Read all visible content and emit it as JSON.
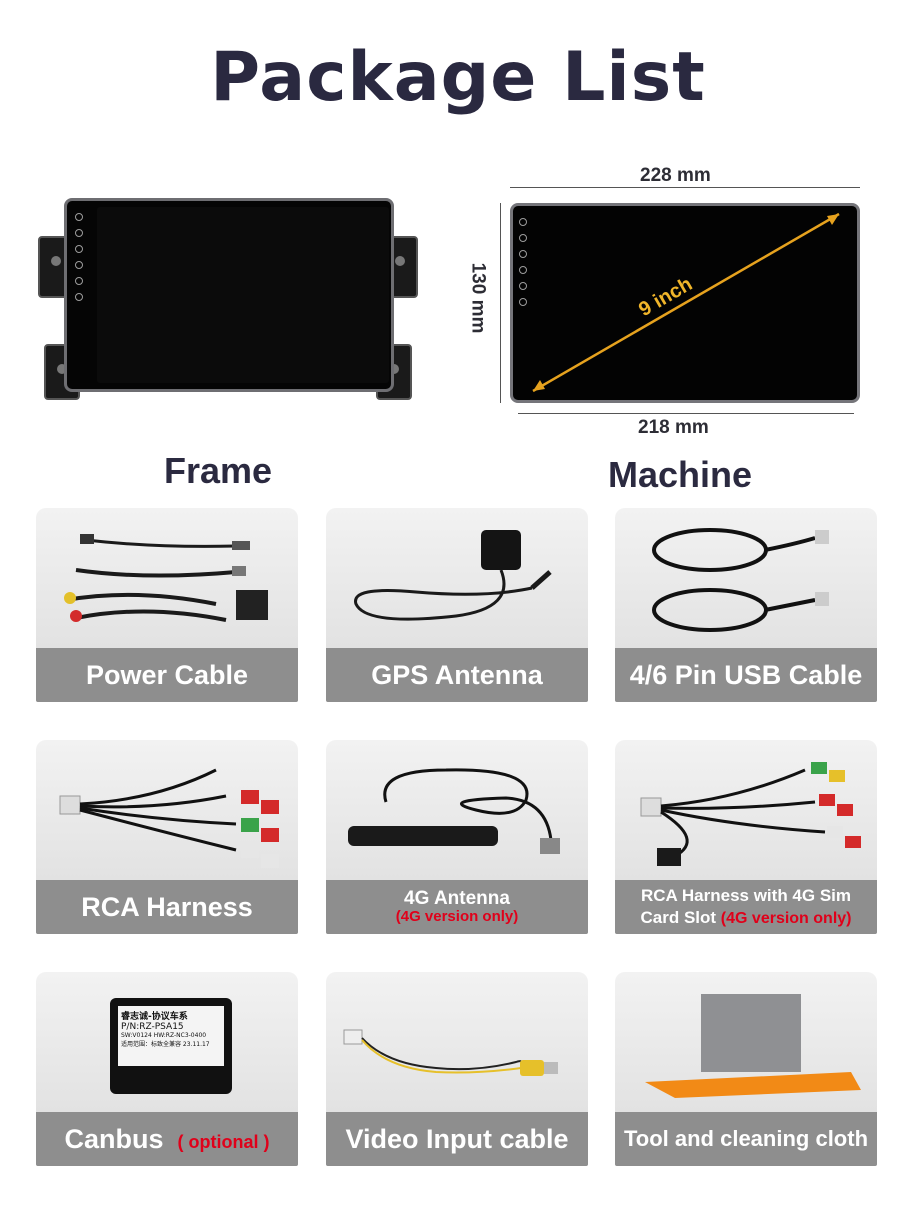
{
  "title": "Package List",
  "hero": {
    "frame_label": "Frame",
    "machine_label": "Machine",
    "width_top": "228 mm",
    "width_bottom": "218 mm",
    "height": "130 mm",
    "diagonal": "9 inch"
  },
  "items": [
    {
      "label": "Power Cable"
    },
    {
      "label": "GPS Antenna"
    },
    {
      "label": "4/6 Pin USB Cable"
    },
    {
      "label": "RCA Harness"
    },
    {
      "label": "4G Antenna",
      "note": "(4G version only)"
    },
    {
      "label_line1": "RCA Harness with 4G Sim",
      "label_line2": "Card Slot",
      "note": "(4G version only)"
    },
    {
      "label": "Canbus",
      "note": "( optional )"
    },
    {
      "label": "Video Input cable"
    },
    {
      "label": "Tool and cleaning cloth"
    }
  ],
  "canbus_box": {
    "line1": "睿志诚-协议车系",
    "line2": "P/N:RZ-PSA15",
    "line3": "SW:V0124  HW:RZ-NC3-0400",
    "line4": "适用范围：标致全兼容  23.11.17"
  },
  "colors": {
    "band": "#8e8e8e",
    "note": "#e0001a",
    "title": "#2a2940",
    "dim_arrow": "#e6a21e"
  }
}
